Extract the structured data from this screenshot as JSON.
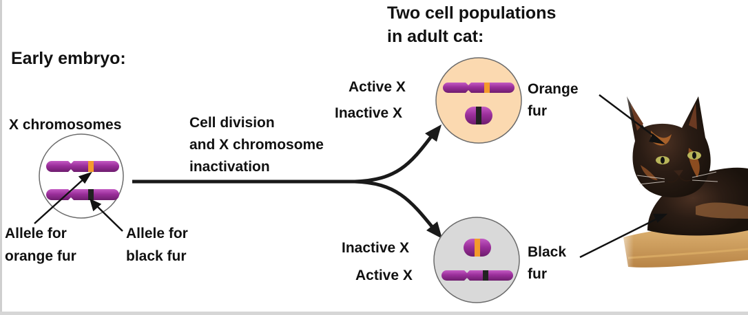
{
  "labels": {
    "early_embryo": "Early embryo:",
    "two_populations": "Two cell populations\nin adult cat:",
    "x_chromosomes": "X chromosomes",
    "cell_division": "Cell division\nand X chromosome\ninactivation",
    "allele_orange": "Allele for\norange fur",
    "allele_black": "Allele for\nblack fur",
    "active_x_top": "Active X",
    "inactive_x_top": "Inactive X",
    "orange_fur": "Orange\nfur",
    "inactive_x_bottom": "Inactive X",
    "active_x_bottom": "Active X",
    "black_fur": "Black\nfur"
  },
  "colors": {
    "chromosome": "#9b2f9b",
    "chromosome_highlight": "#c35ac3",
    "orange_allele": "#f39a2c",
    "black_allele": "#222222",
    "orange_cell_fill": "#fbd9b0",
    "gray_cell_fill": "#d9d9d9",
    "embryo_cell_fill": "#ffffff",
    "arrow": "#1a1a1a"
  },
  "image": {
    "subject": "tortoiseshell-cat-photo"
  }
}
